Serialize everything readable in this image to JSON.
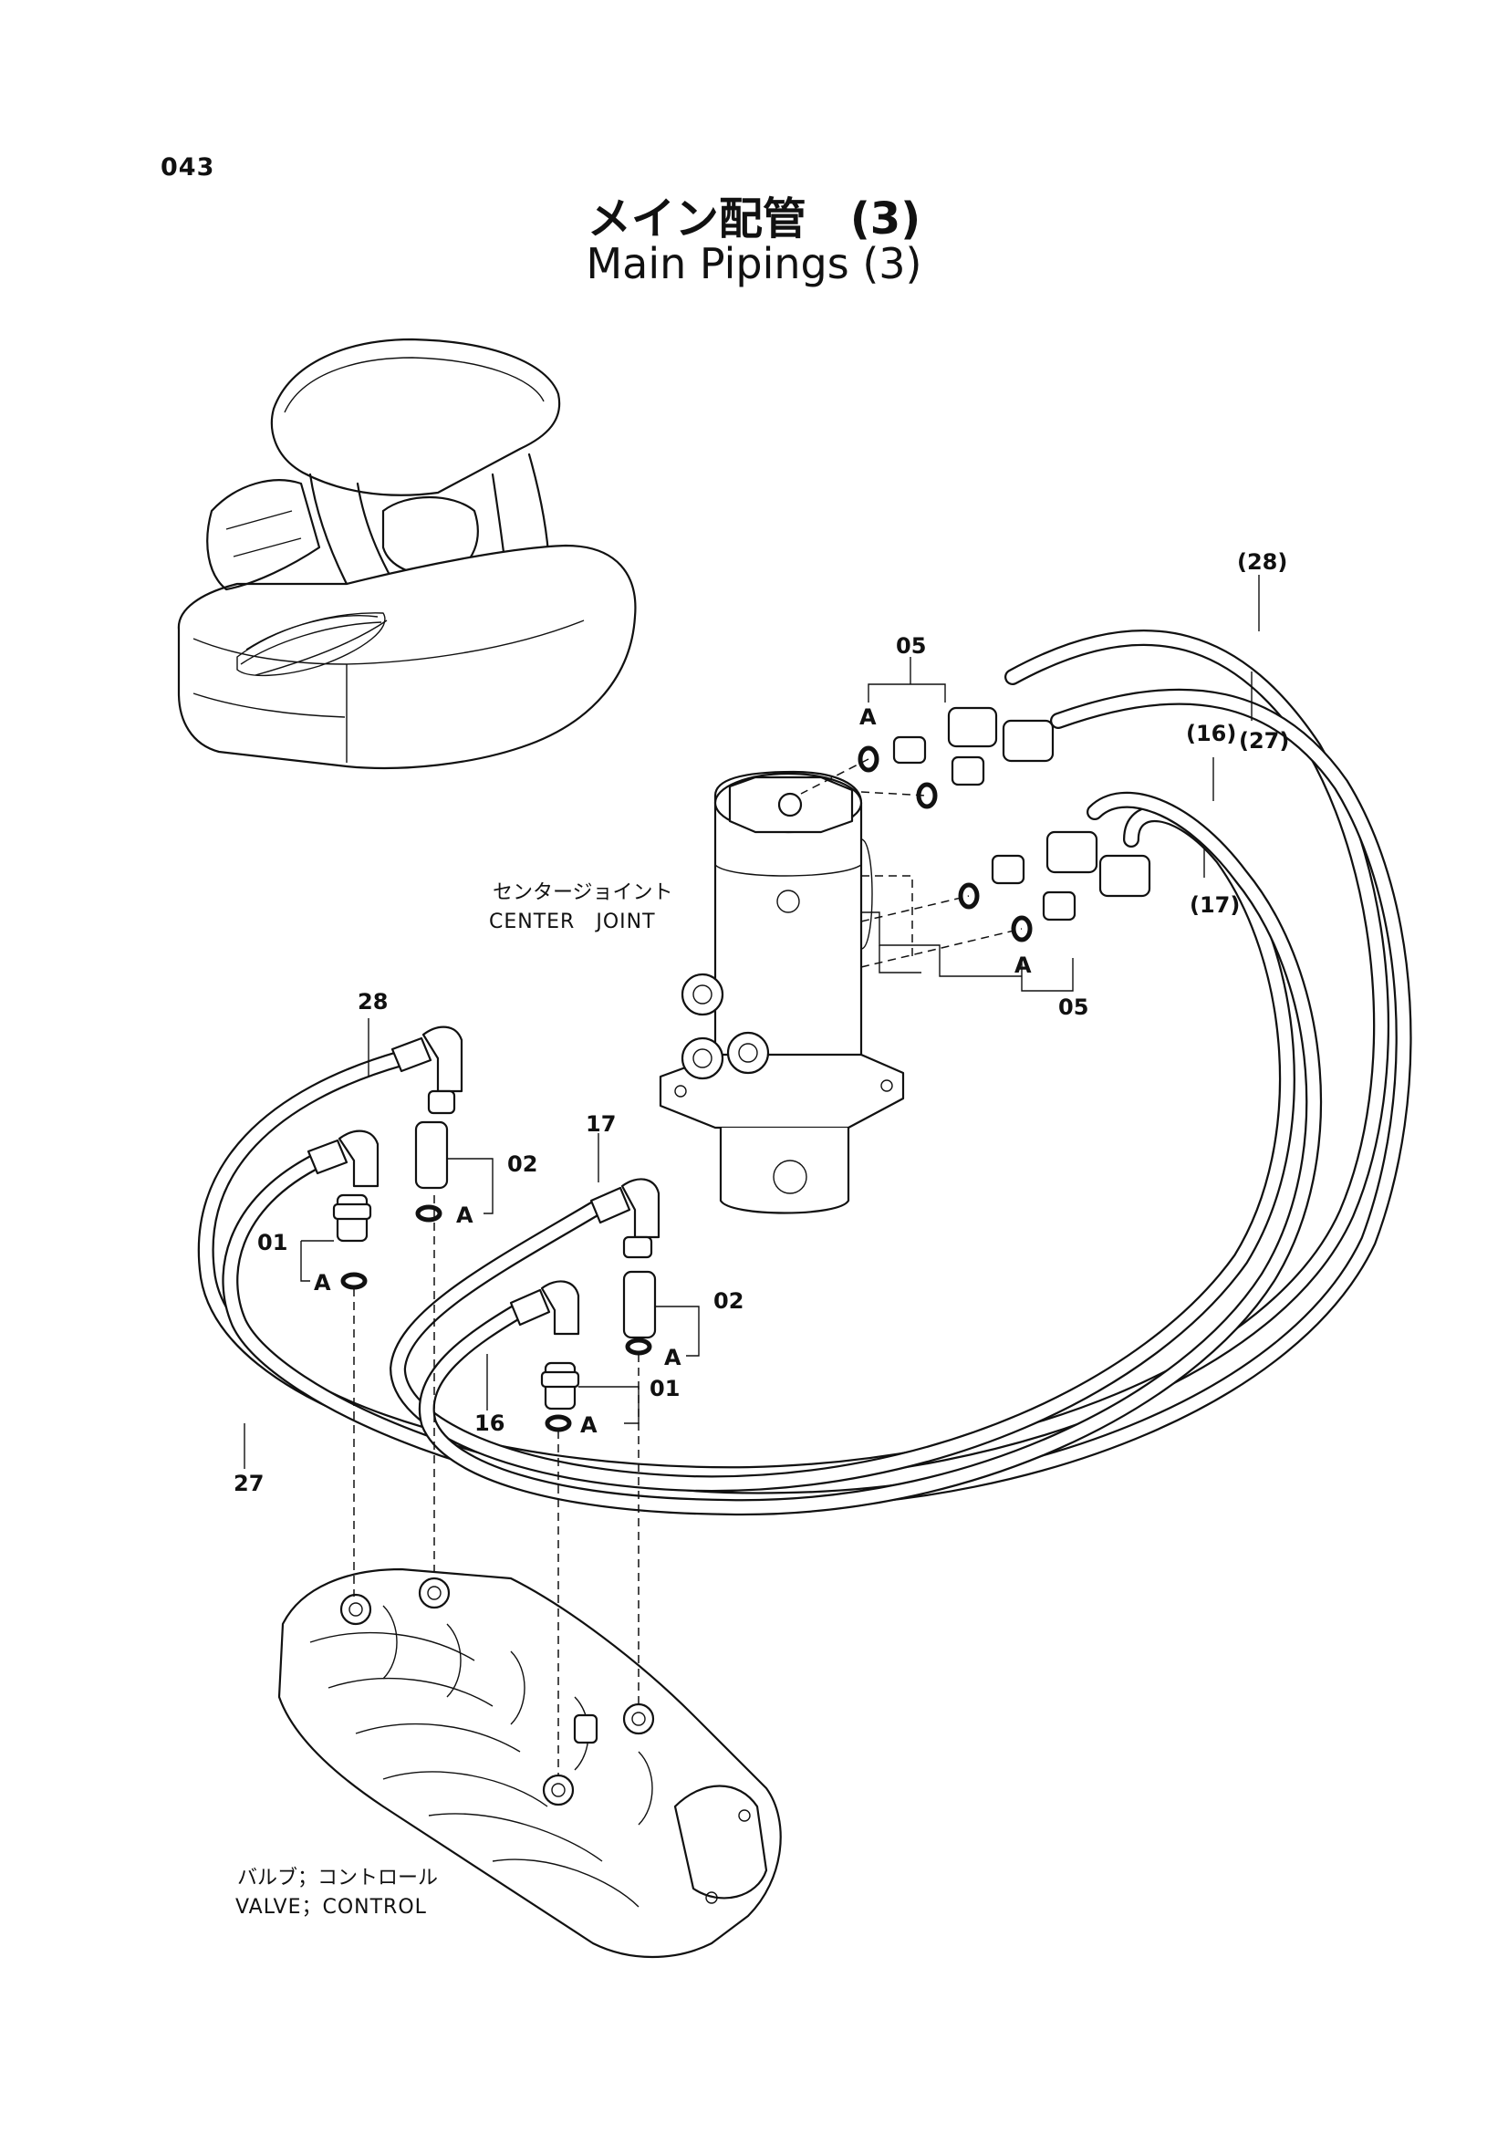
{
  "page": {
    "number": "043",
    "title_jp": "メイン配管　(3)",
    "title_en": "Main Pipings (3)"
  },
  "components": {
    "center_joint_jp": "センタージョイント",
    "center_joint_en": "CENTER　JOINT",
    "control_valve_jp": "バルブ；コントロール",
    "control_valve_en": "VALVE；CONTROL"
  },
  "callouts": {
    "c05_top": "05",
    "a_top": "A",
    "c28_paren": "(28)",
    "c16_paren": "(16)",
    "c27_paren": "(27)",
    "c17_paren": "(17)",
    "a_right": "A",
    "c05_bottom": "05",
    "c28": "28",
    "c02_left": "02",
    "a_02_left": "A",
    "c01_left": "01",
    "a_01_left": "A",
    "c17": "17",
    "c02_right": "02",
    "a_02_right": "A",
    "c01_right": "01",
    "a_01_right": "A",
    "c16": "16",
    "c27": "27"
  },
  "icons": [
    "excavator-icon",
    "center-joint-icon",
    "control-valve-icon",
    "hose-icon",
    "fitting-icon",
    "o-ring-icon"
  ]
}
